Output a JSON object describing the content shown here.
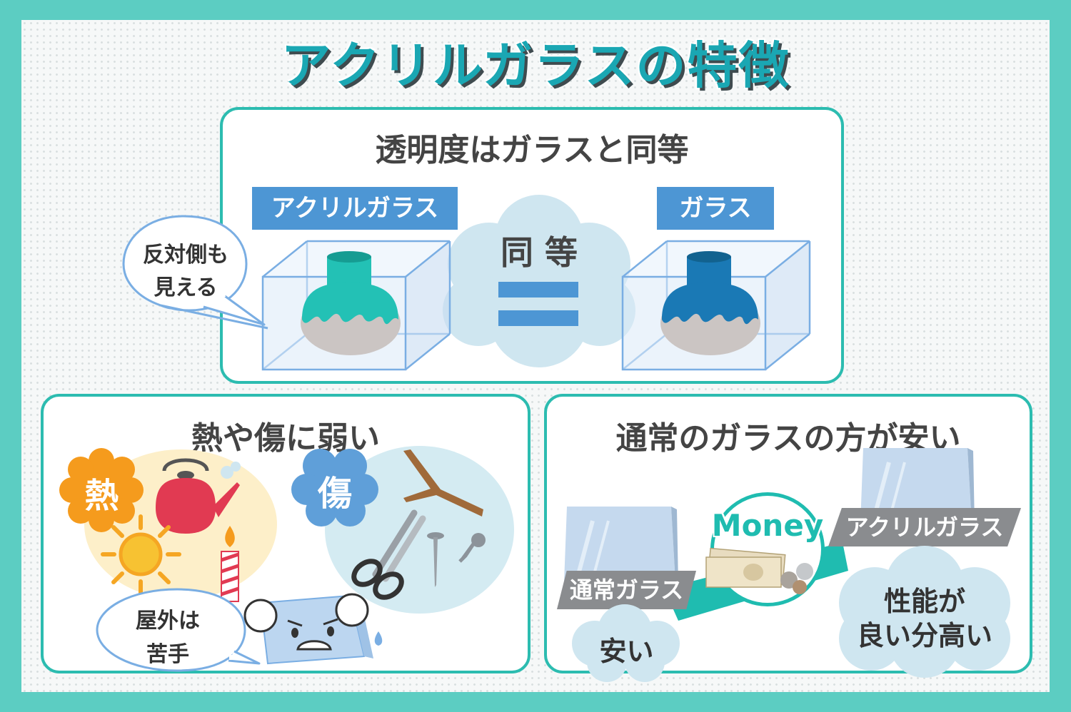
{
  "title": "アクリルガラスの特徴",
  "top_panel": {
    "title": "透明度はガラスと同等",
    "left_label": "アクリルガラス",
    "right_label": "ガラス",
    "center_text": "同 等",
    "bubble_line1": "反対側も",
    "bubble_line2": "見える"
  },
  "bottom_left": {
    "title": "熱や傷に弱い",
    "heat_label": "熱",
    "scratch_label": "傷",
    "bubble_line1": "屋外は",
    "bubble_line2": "苦手"
  },
  "bottom_right": {
    "title": "通常のガラスの方が安い",
    "normal_label": "通常ガラス",
    "acrylic_label": "アクリルガラス",
    "money_label": "Money",
    "cheap_text": "安い",
    "expensive_line1": "性能が",
    "expensive_line2": "良い分高い"
  },
  "colors": {
    "frame": "#5ccdc2",
    "accent": "#1aa7b3",
    "label_blue": "#4d96d4",
    "cloud": "#cfe6f0"
  }
}
